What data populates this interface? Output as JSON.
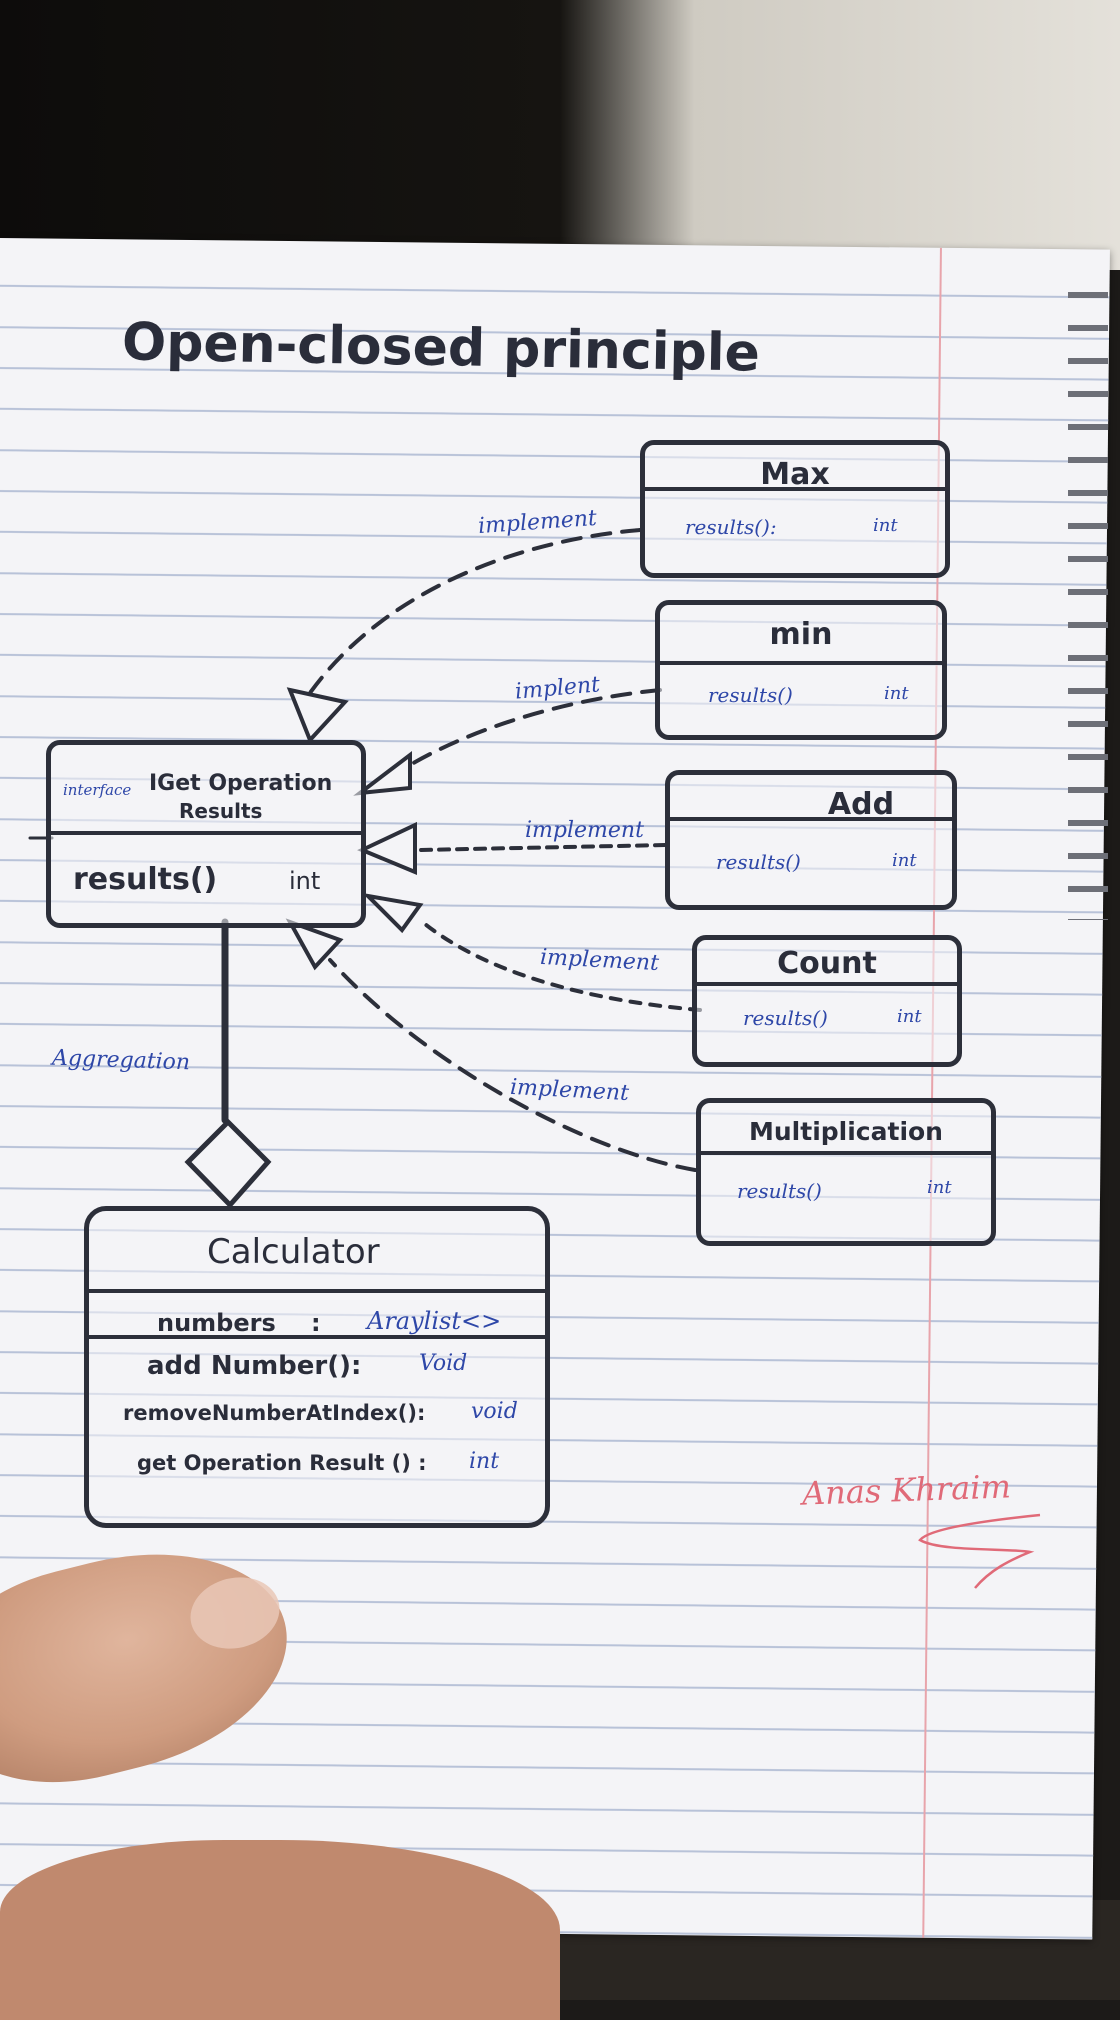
{
  "title": "Open-closed principle",
  "interface": {
    "stereotype": "interface",
    "name_line1": "IGet Operation",
    "name_line2": "Results",
    "method": "results()",
    "return_type": "int"
  },
  "implementations": [
    {
      "name": "Max",
      "method": "results():",
      "return_type": "int",
      "relation": "implement"
    },
    {
      "name": "min",
      "method": "results()",
      "return_type": "int",
      "relation": "implent"
    },
    {
      "name": "Add",
      "method": "results()",
      "return_type": "int",
      "relation": "implement"
    },
    {
      "name": "Count",
      "method": "results()",
      "return_type": "int",
      "relation": "implement"
    },
    {
      "name": "Multiplication",
      "method": "results()",
      "return_type": "int",
      "relation": "implement"
    }
  ],
  "aggregation_label": "Aggregation",
  "calculator": {
    "name": "Calculator",
    "field": "numbers",
    "field_sep": ":",
    "field_type": "Araylist<>",
    "methods": [
      {
        "signature": "add Number():",
        "return_type": "Void"
      },
      {
        "signature": "removeNumberAtIndex():",
        "return_type": "void"
      },
      {
        "signature": "get Operation Result () :",
        "return_type": "int"
      }
    ]
  },
  "signature": "Anas Khraim",
  "colors": {
    "ink": "#2c2f3a",
    "blue_pen": "#2e47a8",
    "red_pen": "#e06a78",
    "paper": "#f4f4f7"
  }
}
